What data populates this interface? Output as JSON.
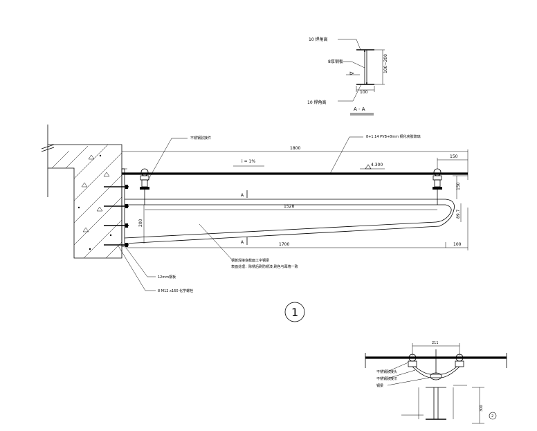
{
  "section_aa": {
    "weld_top": "10 焊角高",
    "weld_mid": "8厚钢板",
    "weld_bottom": "10 焊角高",
    "dim_width": "100",
    "dim_height": "100~200",
    "title": "A - A"
  },
  "main_detail": {
    "callout_glass": "8+1.14 PVB+8mm  钢化夹胶玻璃",
    "callout_bolt": "不锈钢驳接件",
    "callout_beam_line1": "钢板焊接变截面工字钢梁",
    "callout_beam_line2": "表面处理：除锈后刷防锈漆,刷色与幕墙一致",
    "callout_plate": "12mm钢板",
    "callout_anchor": "8 M12 x160 化学螺栓",
    "dim_total": "1800",
    "dim_edge": "150",
    "dim_inner": "1528",
    "dim_beam": "1700",
    "dim_end": "100",
    "dim_depth": "200",
    "dim_right_v": "150",
    "dim_tip": "89.7",
    "slope": "i = 1%",
    "elevation": "4.300",
    "section_mark": "A",
    "detail_no": "1"
  },
  "small_detail": {
    "dim_top": "211",
    "dim_side": "300",
    "detail_no": "2",
    "leader_1": "不锈钢驳接头",
    "leader_2": "不锈钢驳接爪",
    "leader_3": "钢梁"
  }
}
